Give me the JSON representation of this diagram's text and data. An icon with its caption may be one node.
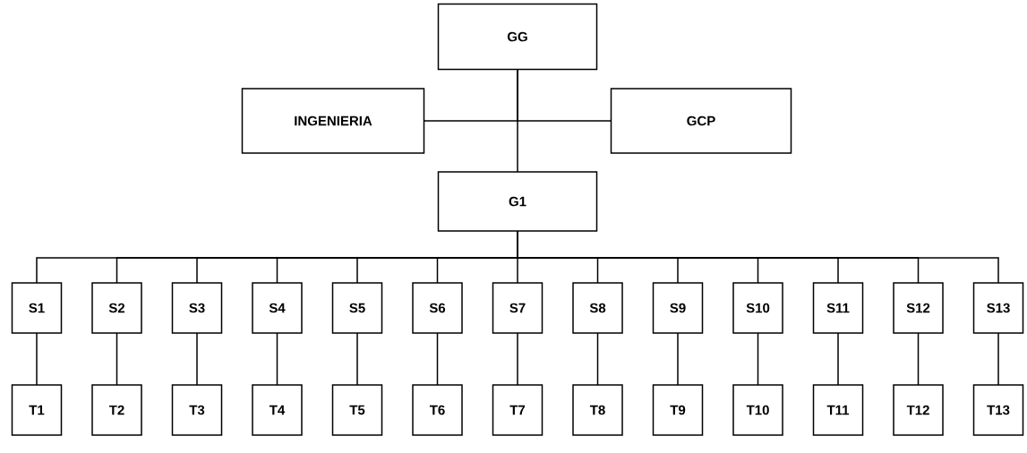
{
  "diagram": {
    "nodes": [
      {
        "text": [
          "GG"
        ]
      },
      {
        "text": [
          "INGENIERIA"
        ]
      },
      {
        "text": [
          "GCP"
        ]
      },
      {
        "text": [
          "G1"
        ]
      },
      {
        "text": [
          "S1"
        ]
      },
      {
        "text": [
          "S2"
        ]
      },
      {
        "text": [
          "S3"
        ]
      },
      {
        "text": [
          "S4"
        ]
      },
      {
        "text": [
          "S5"
        ]
      },
      {
        "text": [
          "S6"
        ]
      },
      {
        "text": [
          "S7"
        ]
      },
      {
        "text": [
          "S8"
        ]
      },
      {
        "text": [
          "S9"
        ]
      },
      {
        "text": [
          "S10"
        ]
      },
      {
        "text": [
          "S11"
        ]
      },
      {
        "text": [
          "S12"
        ]
      },
      {
        "text": [
          "S13"
        ]
      },
      {
        "text": [
          "T1"
        ]
      },
      {
        "text": [
          "T2"
        ]
      },
      {
        "text": [
          "T3"
        ]
      },
      {
        "text": [
          "T4"
        ]
      },
      {
        "text": [
          "T5"
        ]
      },
      {
        "text": [
          "T6"
        ]
      },
      {
        "text": [
          "T7"
        ]
      },
      {
        "text": [
          "T8"
        ]
      },
      {
        "text": [
          "T9"
        ]
      },
      {
        "text": [
          "T10"
        ]
      },
      {
        "text": [
          "T11"
        ]
      },
      {
        "text": [
          "T12"
        ]
      },
      {
        "text": [
          "T13"
        ]
      }
    ],
    "edges": [
      {
        "from": 0,
        "to": 3,
        "arrow": "none"
      },
      {
        "from": 0,
        "to": 1,
        "arrow": "none"
      },
      {
        "from": 0,
        "to": 2,
        "arrow": "none"
      },
      {
        "from": 3,
        "to": 4,
        "arrow": "none"
      },
      {
        "from": 3,
        "to": 5,
        "arrow": "none"
      },
      {
        "from": 3,
        "to": 6,
        "arrow": "none"
      },
      {
        "from": 3,
        "to": 7,
        "arrow": "none"
      },
      {
        "from": 3,
        "to": 8,
        "arrow": "none"
      },
      {
        "from": 3,
        "to": 9,
        "arrow": "none"
      },
      {
        "from": 3,
        "to": 10,
        "arrow": "none"
      },
      {
        "from": 3,
        "to": 11,
        "arrow": "none"
      },
      {
        "from": 3,
        "to": 12,
        "arrow": "none"
      },
      {
        "from": 3,
        "to": 13,
        "arrow": "none"
      },
      {
        "from": 3,
        "to": 14,
        "arrow": "none"
      },
      {
        "from": 3,
        "to": 15,
        "arrow": "none"
      },
      {
        "from": 3,
        "to": 16,
        "arrow": "none"
      },
      {
        "from": 4,
        "to": 17,
        "arrow": "none"
      },
      {
        "from": 5,
        "to": 18,
        "arrow": "none"
      },
      {
        "from": 6,
        "to": 19,
        "arrow": "none"
      },
      {
        "from": 7,
        "to": 20,
        "arrow": "none"
      },
      {
        "from": 8,
        "to": 21,
        "arrow": "none"
      },
      {
        "from": 9,
        "to": 22,
        "arrow": "none"
      },
      {
        "from": 10,
        "to": 23,
        "arrow": "none"
      },
      {
        "from": 11,
        "to": 24,
        "arrow": "none"
      },
      {
        "from": 12,
        "to": 25,
        "arrow": "none"
      },
      {
        "from": 13,
        "to": 26,
        "arrow": "none"
      },
      {
        "from": 14,
        "to": 27,
        "arrow": "none"
      },
      {
        "from": 15,
        "to": 28,
        "arrow": "none"
      },
      {
        "from": 16,
        "to": 29,
        "arrow": "none"
      }
    ]
  }
}
